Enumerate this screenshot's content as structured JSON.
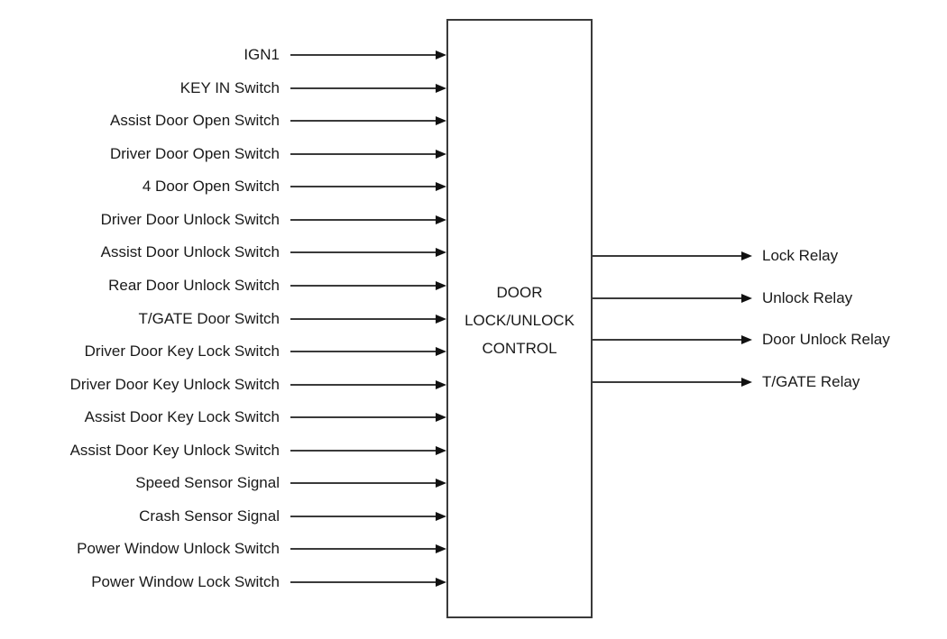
{
  "diagram": {
    "block": {
      "title_lines": [
        "DOOR",
        "LOCK/UNLOCK",
        "CONTROL"
      ]
    },
    "inputs": [
      "IGN1",
      "KEY IN Switch",
      "Assist Door Open Switch",
      "Driver Door Open Switch",
      "4 Door Open Switch",
      "Driver Door Unlock Switch",
      "Assist Door Unlock Switch",
      "Rear Door Unlock Switch",
      "T/GATE Door Switch",
      "Driver Door Key Lock Switch",
      "Driver Door Key Unlock Switch",
      "Assist Door Key Lock Switch",
      "Assist Door Key Unlock Switch",
      "Speed Sensor Signal",
      "Crash Sensor Signal",
      "Power Window Unlock Switch",
      "Power Window Lock Switch"
    ],
    "outputs": [
      "Lock Relay",
      "Unlock Relay",
      "Door Unlock Relay",
      "T/GATE Relay"
    ],
    "colors": {
      "line": "#3a3a3a",
      "arrow": "#111111",
      "text": "#1a1a1a",
      "background": "#ffffff"
    }
  }
}
